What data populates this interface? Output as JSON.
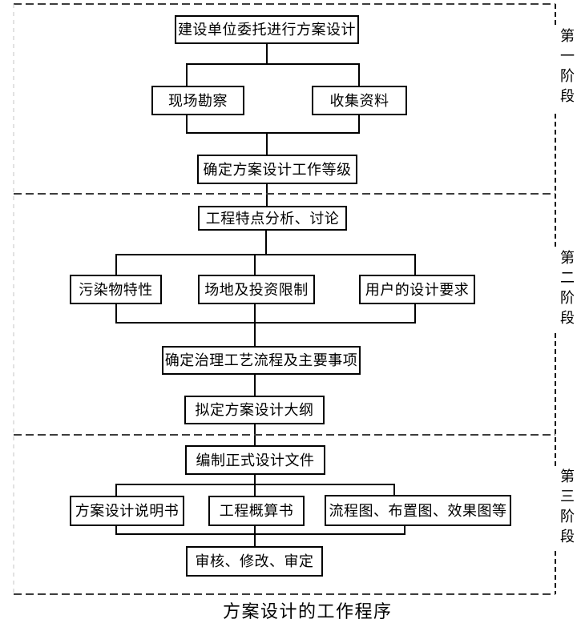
{
  "figure": {
    "caption": "方案设计的工作程序",
    "stage_labels": [
      {
        "label": "第一阶段"
      },
      {
        "label": "第二阶段"
      },
      {
        "label": "第三阶段"
      }
    ],
    "nodes": [
      {
        "id": "client-entrust",
        "label": "建设单位委托进行方案设计"
      },
      {
        "id": "site-survey",
        "label": "现场勘察"
      },
      {
        "id": "collect-data",
        "label": "收集资料"
      },
      {
        "id": "design-work-grade",
        "label": "确定方案设计工作等级"
      },
      {
        "id": "feature-analysis",
        "label": "工程特点分析、讨论"
      },
      {
        "id": "pollutant-characteristics",
        "label": "污染物特性"
      },
      {
        "id": "site-investment-limits",
        "label": "场地及投资限制"
      },
      {
        "id": "user-design-requirements",
        "label": "用户的设计要求"
      },
      {
        "id": "treatment-process",
        "label": "确定治理工艺流程及主要事项"
      },
      {
        "id": "design-outline",
        "label": "拟定方案设计大纲"
      },
      {
        "id": "formal-documents",
        "label": "编制正式设计文件"
      },
      {
        "id": "design-description",
        "label": "方案设计说明书"
      },
      {
        "id": "project-estimate",
        "label": "工程概算书"
      },
      {
        "id": "diagrams-drawings",
        "label": "流程图、布置图、效果图等"
      },
      {
        "id": "review-revise-finalize",
        "label": "审核、修改、审定"
      }
    ],
    "colors": {
      "background": "#ffffff",
      "connector": "#000000",
      "box_border": "#000000",
      "box_fill": "#ffffff",
      "divider_dash": "#3d3d3d",
      "stage_line_dash": "#111111",
      "left_guide_dash": "#c4c4c4",
      "text": "#000000"
    }
  }
}
